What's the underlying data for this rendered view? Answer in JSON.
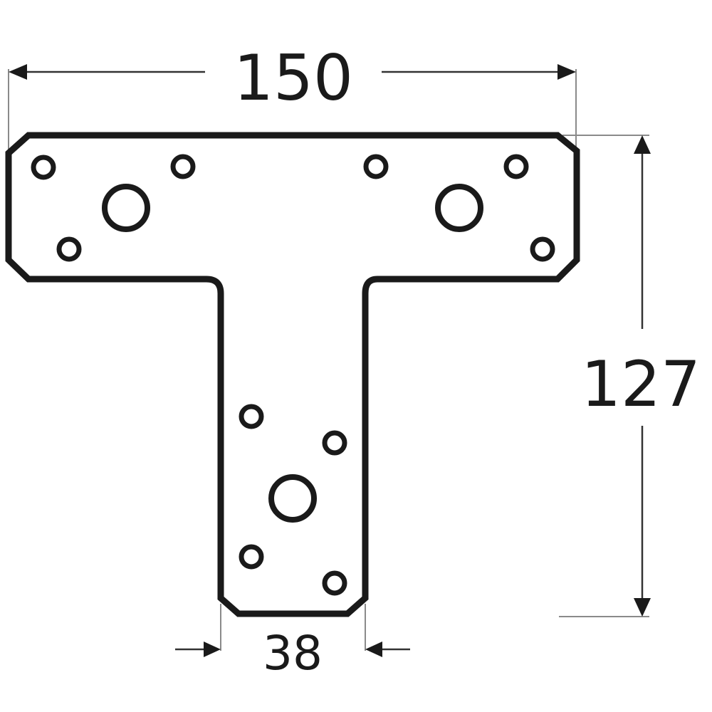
{
  "diagram": {
    "subject": "T-shaped mounting plate",
    "colors": {
      "outline": "#1a1a1a",
      "dimension_line": "#6b6b6b",
      "background": "#ffffff"
    },
    "dimensions": {
      "width": {
        "label": "150"
      },
      "height": {
        "label": "127"
      },
      "stem_width": {
        "label": "38"
      }
    },
    "holes": {
      "large_count": 3,
      "small_count": 10
    }
  }
}
